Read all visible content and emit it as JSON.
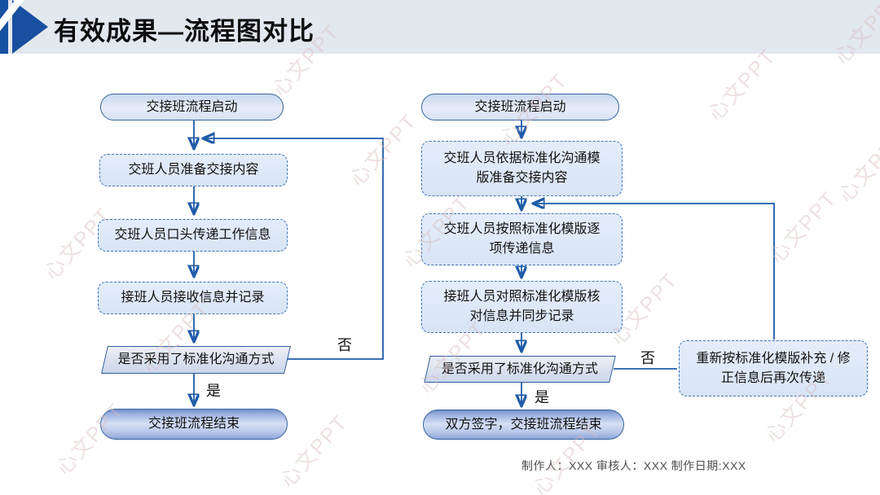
{
  "slide": {
    "title": "有效成果—流程图对比",
    "footer": "制作人：XXX  审核人：XXX   制作日期:XXX",
    "watermark_text": "心文PPT"
  },
  "left_flow": {
    "start": "交接班流程启动",
    "steps": [
      "交班人员准备交接内容",
      "交班人员口头传递工作信息",
      "接班人员接收信息并记录"
    ],
    "decision": "是否采用了标准化沟通方式",
    "yes_label": "是",
    "no_label": "否",
    "end": "交接班流程结束"
  },
  "right_flow": {
    "start": "交接班流程启动",
    "steps": [
      "交班人员依据标准化沟通模版准备交接内容",
      "交班人员按照标准化模版逐项传递信息",
      "接班人员对照标准化模版核对信息并同步记录"
    ],
    "decision": "是否采用了标准化沟通方式",
    "yes_label": "是",
    "no_label": "否",
    "loop_box": "重新按标准化模版补充 / 修正信息后再次传递",
    "end": "双方签字，交接班流程结束"
  },
  "colors": {
    "accent_blue": "#17509f",
    "connector_blue": "#1f5ba8",
    "node_border_blue": "#35659e",
    "title_bar_bg": "#e3e7ee",
    "footer_gray": "#4d4d4d",
    "watermark_pink": "#d8bcbc"
  }
}
